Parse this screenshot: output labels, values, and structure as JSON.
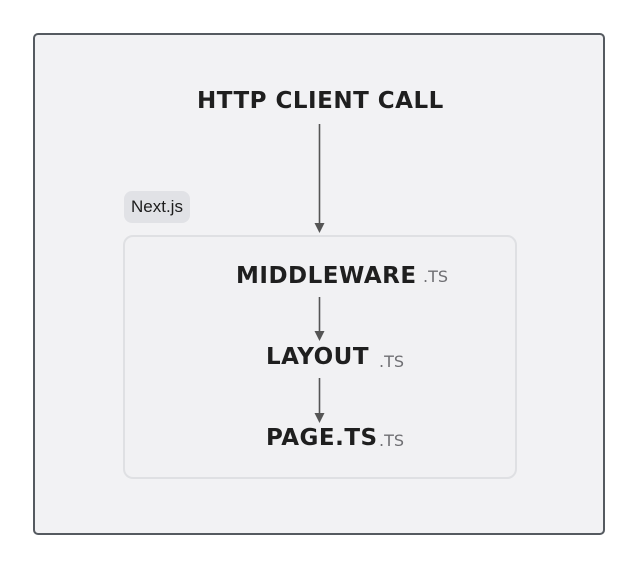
{
  "diagram": {
    "group_label": "Next.js",
    "nodes": {
      "http_client_call": "HTTP CLIENT CALL",
      "middleware": {
        "label": "MIDDLEWARE",
        "ext": ".TS"
      },
      "layout": {
        "label": "LAYOUT",
        "ext": ".TS"
      },
      "page": {
        "label": "PAGE.TS",
        "ext": ".TS"
      }
    },
    "edges": [
      {
        "from": "HTTP CLIENT CALL",
        "to": "MIDDLEWARE"
      },
      {
        "from": "MIDDLEWARE",
        "to": "LAYOUT"
      },
      {
        "from": "LAYOUT",
        "to": "PAGE.TS"
      }
    ],
    "colors": {
      "background": "#f2f2f4",
      "border": "#555a60",
      "text": "#1f1f1f",
      "ext_text": "#6f6f73",
      "group_border": "#dfe0e3",
      "group_tag_bg": "#e1e2e6",
      "arrow": "#555555"
    }
  }
}
